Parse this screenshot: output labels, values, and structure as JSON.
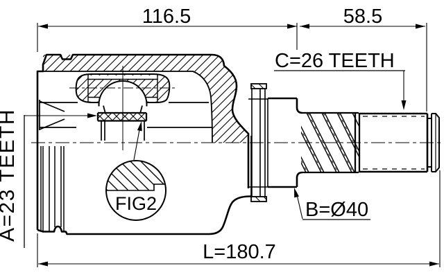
{
  "diagram": {
    "dimensions": {
      "body_width": "116.5",
      "shaft_length": "58.5",
      "overall_length": "L=180.7"
    },
    "labels": {
      "inner_spline": "A=23 TEETH",
      "outer_spline": "C=26 TEETH",
      "shaft_diameter": "B=Ø40",
      "figure_ref": "FIG2"
    },
    "colors": {
      "line": "#000000",
      "background": "#ffffff"
    }
  }
}
